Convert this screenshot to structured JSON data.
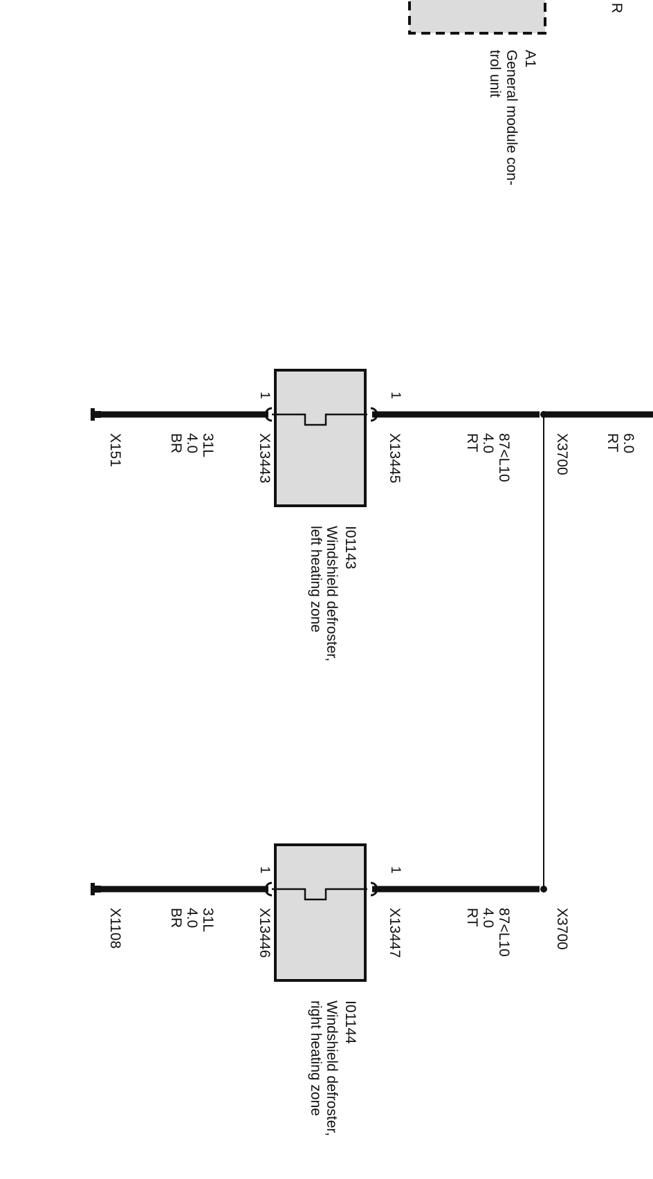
{
  "top_right_label": "R",
  "module": {
    "id": "A1",
    "name_line1": "General module con-",
    "name_line2": "trol unit"
  },
  "main_wire": {
    "gauge": "6.0",
    "color": "RT"
  },
  "left_zone": {
    "component_id": "I01143",
    "name_line1": "Windshield defroster,",
    "name_line2": "left heating zone",
    "splice": "X3700",
    "feed_wire": {
      "circuit": "87<L10",
      "gauge": "4.0",
      "color": "RT"
    },
    "feed_connector": "X13445",
    "ground_connector": "X13443",
    "ground_wire": {
      "circuit": "31L",
      "gauge": "4.0",
      "color": "BR"
    },
    "ground_point": "X151",
    "pin_feed": "1",
    "pin_ground": "1"
  },
  "right_zone": {
    "component_id": "I01144",
    "name_line1": "Windshield defroster,",
    "name_line2": "right heating zone",
    "splice": "X3700",
    "feed_wire": {
      "circuit": "87<L10",
      "gauge": "4.0",
      "color": "RT"
    },
    "feed_connector": "X13447",
    "ground_connector": "X13446",
    "ground_wire": {
      "circuit": "31L",
      "gauge": "4.0",
      "color": "BR"
    },
    "ground_point": "X1108",
    "pin_feed": "1",
    "pin_ground": "1"
  }
}
